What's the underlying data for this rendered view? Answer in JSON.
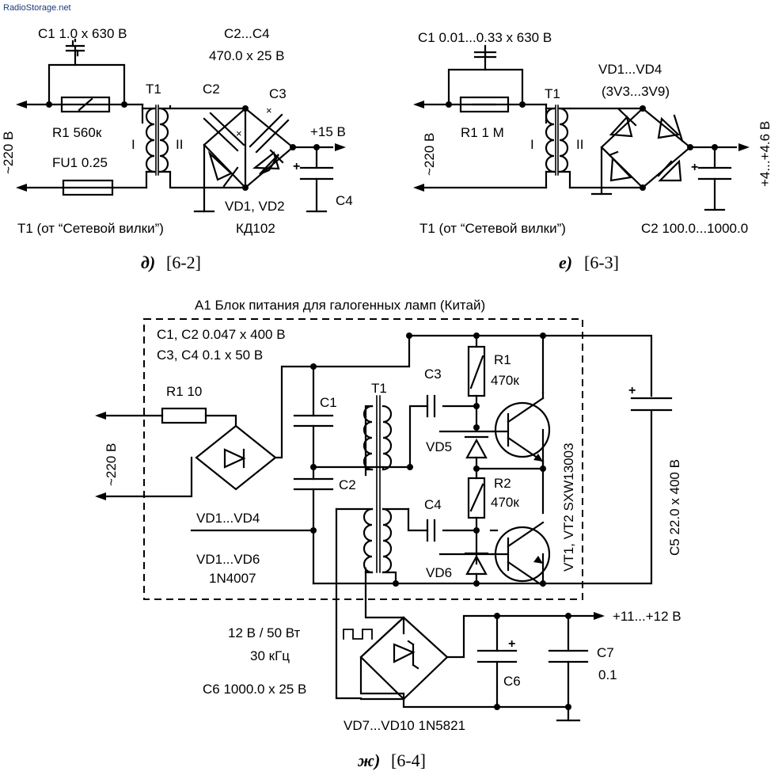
{
  "watermark": "RadioStorage.net",
  "schematic_e": {
    "c1": "C1 1.0 x 630 B",
    "c2c4_line1": "C2...C4",
    "c2c4_line2": "470.0 x 25 B",
    "t1": "T1",
    "c2": "C2",
    "c3": "C3",
    "r1": "R1 560к",
    "out": "+15 B",
    "winding1": "I",
    "winding2": "II",
    "mains": "~220 B",
    "fuse": "FU1 0.25",
    "diodes": "VD1, VD2",
    "c4": "C4",
    "t1_note": "T1 (от “Сетевой вилки”)",
    "diode_type": "КД102",
    "caption_letter": "д)",
    "caption_ref": "[6-2]"
  },
  "schematic_f": {
    "c1": "C1 0.01...0.33 x 630 B",
    "vd_bridge": "VD1...VD4",
    "vd_range": "(3V3...3V9)",
    "t1": "T1",
    "r1": "R1 1 M",
    "mains": "~220 B",
    "winding1": "I",
    "winding2": "II",
    "out": "+4...+4.6 B",
    "t1_note": "T1 (от “Сетевой  вилки”)",
    "c2": "C2 100.0...1000.0",
    "caption_letter": "е)",
    "caption_ref": "[6-3]"
  },
  "schematic_g": {
    "title": "A1 Блок питания для галогенных ламп (Китай)",
    "c1c2": "C1, C2  0.047 x 400 B",
    "c3c4": "C3, C4  0.1 x 50 B",
    "r1_main": "R1 10",
    "mains": "~220 B",
    "c1": "C1",
    "c2": "C2",
    "t1": "T1",
    "c3": "C3",
    "c4": "C4",
    "r1": "R1",
    "r1_val": "470к",
    "r2": "R2",
    "r2_val": "470к",
    "vd5": "VD5",
    "vd6": "VD6",
    "vt": "VT1, VT2  SXW13003",
    "c5": "C5  22.0 x 400 B",
    "vd1vd4": "VD1...VD4",
    "vd1vd6": "VD1...VD6",
    "diode_type": "1N4007",
    "load": "12 B / 50 Вт",
    "freq": "30 кГц",
    "c6_spec": "C6  1000.0 x 25 B",
    "c6": "C6",
    "c7": "C7",
    "c7_val": "0.1",
    "out": "+11...+12 B",
    "vd7vd10": "VD7...VD10  1N5821",
    "caption_letter": "ж)",
    "caption_ref": "[6-4]"
  }
}
